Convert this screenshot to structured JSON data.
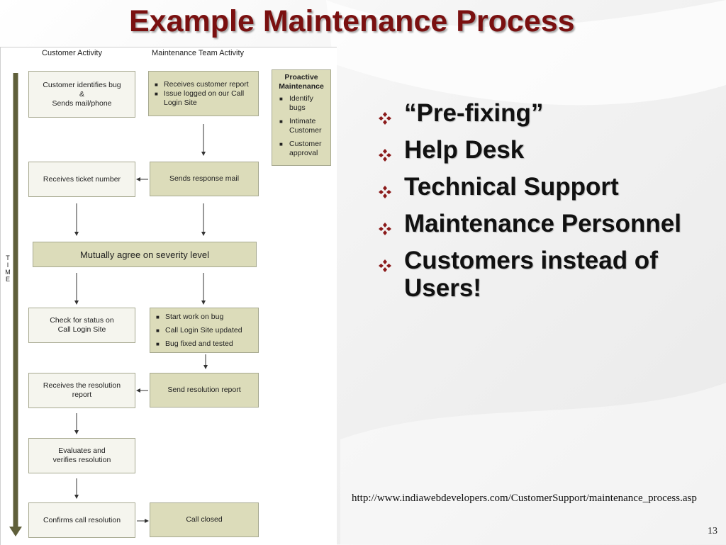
{
  "slide": {
    "title": "Example Maintenance Process",
    "page_number": "13",
    "source_url": "http://www.indiawebdevelopers.com/CustomerSupport/maintenance_process.asp"
  },
  "diagram": {
    "col_customer": "Customer Activity",
    "col_team": "Maintenance Team Activity",
    "time_label": [
      "T",
      "I",
      "M",
      "E"
    ],
    "customer": {
      "identifies": [
        "Customer identifies bug",
        "&",
        "Sends mail/phone"
      ],
      "ticket": "Receives ticket number",
      "status": [
        "Check for status on",
        "Call Login Site"
      ],
      "resolution_report": [
        "Receives the resolution",
        "report"
      ],
      "evaluates": [
        "Evaluates and",
        "verifies resolution"
      ],
      "confirms": "Confirms call resolution"
    },
    "team": {
      "receives": [
        "Receives customer report",
        "Issue logged on our Call Login Site"
      ],
      "response": "Sends response mail",
      "work": [
        "Start work on bug",
        "Call Login Site updated",
        "Bug fixed and tested"
      ],
      "send_resolution": "Send resolution report",
      "closed": "Call closed"
    },
    "shared": "Mutually agree on severity level",
    "proactive": {
      "heading": "Proactive Maintenance",
      "items": [
        "Identify bugs",
        "Intimate Customer",
        "Customer approval"
      ]
    }
  },
  "bullets": [
    "“Pre-fixing”",
    "Help Desk",
    "Technical Support",
    "Maintenance Personnel",
    "Customers instead of Users!"
  ],
  "colors": {
    "title": "#7a1010",
    "bullet_diamond": "#8b1a1a",
    "customer_box": "#f5f5ee",
    "team_box": "#dcdcba",
    "time_arrow": "#5f5f3a"
  }
}
